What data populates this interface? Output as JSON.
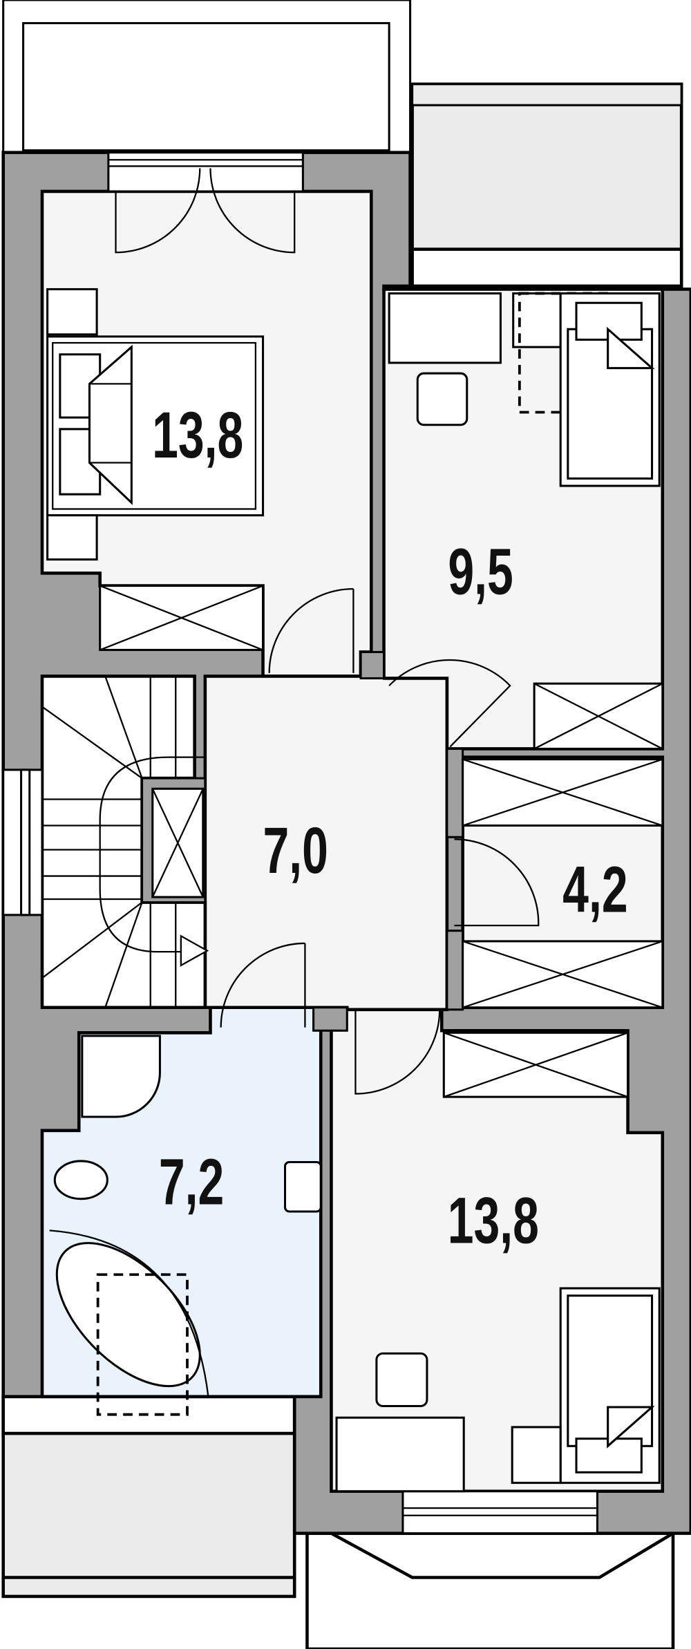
{
  "title": "Floor plan - upper floor",
  "rooms": [
    {
      "id": "bedroom-1",
      "area": "13,8"
    },
    {
      "id": "bedroom-small",
      "area": "9,5"
    },
    {
      "id": "hall",
      "area": "7,0"
    },
    {
      "id": "wardrobe-room",
      "area": "4,2"
    },
    {
      "id": "bathroom",
      "area": "7,2"
    },
    {
      "id": "bedroom-2",
      "area": "13,8"
    }
  ],
  "colors": {
    "wall": "#a0a0a0",
    "floor": "#f5f5f5",
    "bathroom_floor": "#eaf3fb",
    "line": "#000000"
  }
}
